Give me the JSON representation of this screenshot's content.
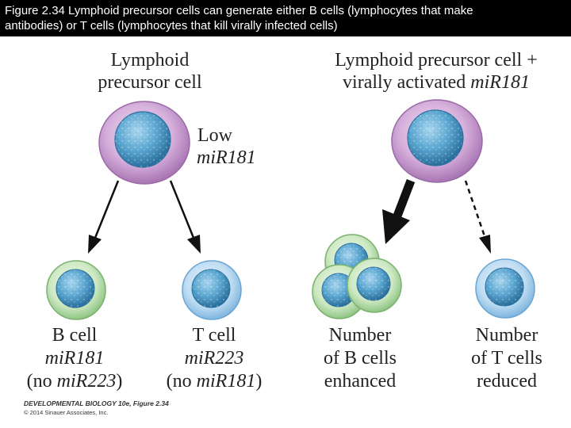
{
  "header": {
    "line1": "Figure 2.34 Lymphoid precursor cells can generate either B cells (lymphocytes that make",
    "line2": "antibodies) or T cells (lymphocytes that kill virally infected cells)"
  },
  "left_panel": {
    "title_line1": "Lymphoid",
    "title_line2": "precursor cell",
    "note_line1": "Low",
    "note_line2": "miR181"
  },
  "right_panel": {
    "title_line1": "Lymphoid precursor cell +",
    "title_line2_plain": "virally activated ",
    "title_line2_italic": "miR181"
  },
  "b_cell": {
    "line1": "B cell",
    "line2": "miR181",
    "line3_open": "(no ",
    "line3_italic": "miR223",
    "line3_close": ")"
  },
  "t_cell": {
    "line1": "T cell",
    "line2": "miR223",
    "line3_open": "(no ",
    "line3_italic": "miR181",
    "line3_close": ")"
  },
  "outcome_b": {
    "line1": "Number",
    "line2": "of B cells",
    "line3": "enhanced"
  },
  "outcome_t": {
    "line1": "Number",
    "line2": "of T cells",
    "line3": "reduced"
  },
  "credit": {
    "line1": "DEVELOPMENTAL BIOLOGY 10e, Figure 2.34",
    "line2": "© 2014 Sinauer Associates, Inc."
  },
  "colors": {
    "precursor_outer": "#c99fd0",
    "b_cell_outer": "#cde8c3",
    "t_cell_outer": "#bedcf2",
    "nucleus": "#4f9dc9"
  }
}
